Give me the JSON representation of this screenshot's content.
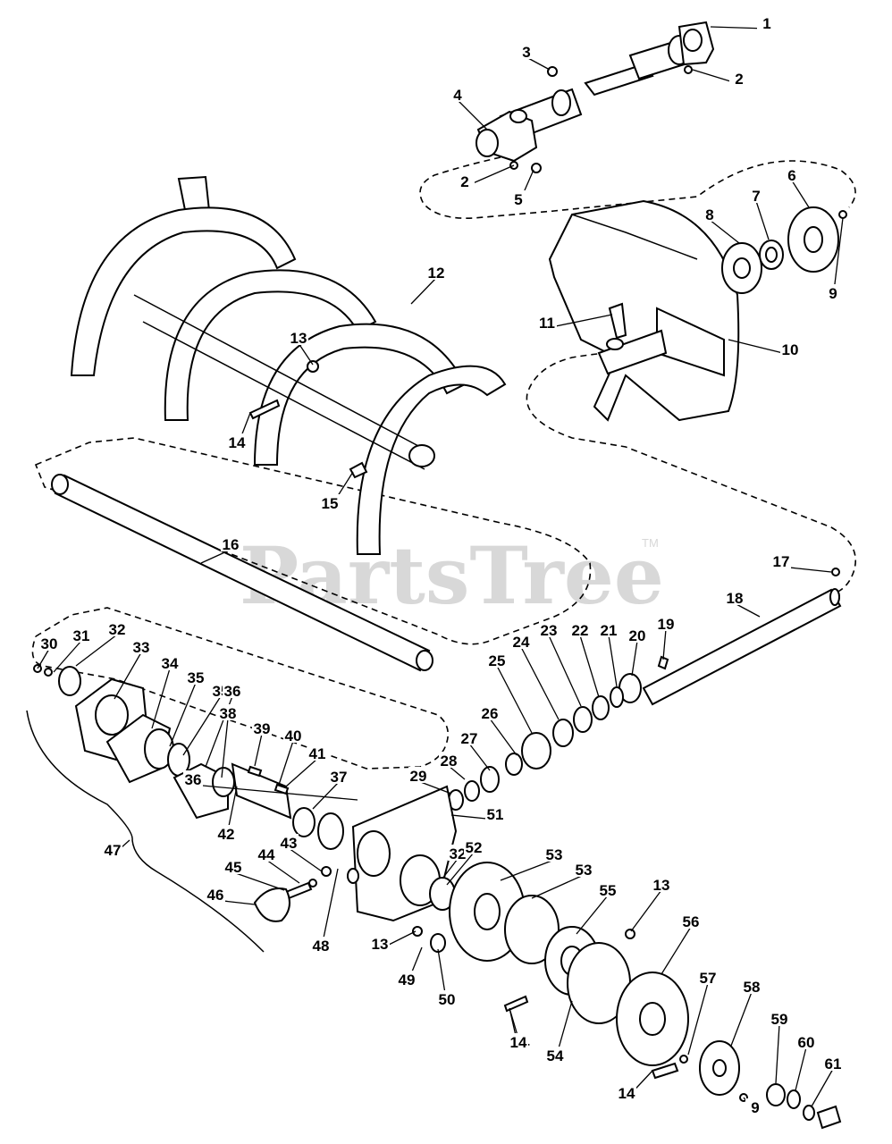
{
  "watermark": {
    "text": "PartsTree",
    "trademark": "TM"
  },
  "callouts": [
    "1",
    "2",
    "2",
    "3",
    "4",
    "5",
    "6",
    "7",
    "8",
    "9",
    "9",
    "10",
    "11",
    "12",
    "13",
    "13",
    "13",
    "14",
    "14",
    "14",
    "14",
    "15",
    "16",
    "17",
    "18",
    "19",
    "20",
    "21",
    "22",
    "23",
    "24",
    "25",
    "26",
    "27",
    "28",
    "29",
    "30",
    "31",
    "32",
    "32",
    "33",
    "34",
    "35",
    "35",
    "36",
    "36",
    "37",
    "38",
    "39",
    "40",
    "41",
    "42",
    "43",
    "44",
    "45",
    "46",
    "47",
    "48",
    "49",
    "50",
    "51",
    "52",
    "53",
    "53",
    "54",
    "55",
    "56",
    "57",
    "58",
    "59",
    "60",
    "61"
  ]
}
